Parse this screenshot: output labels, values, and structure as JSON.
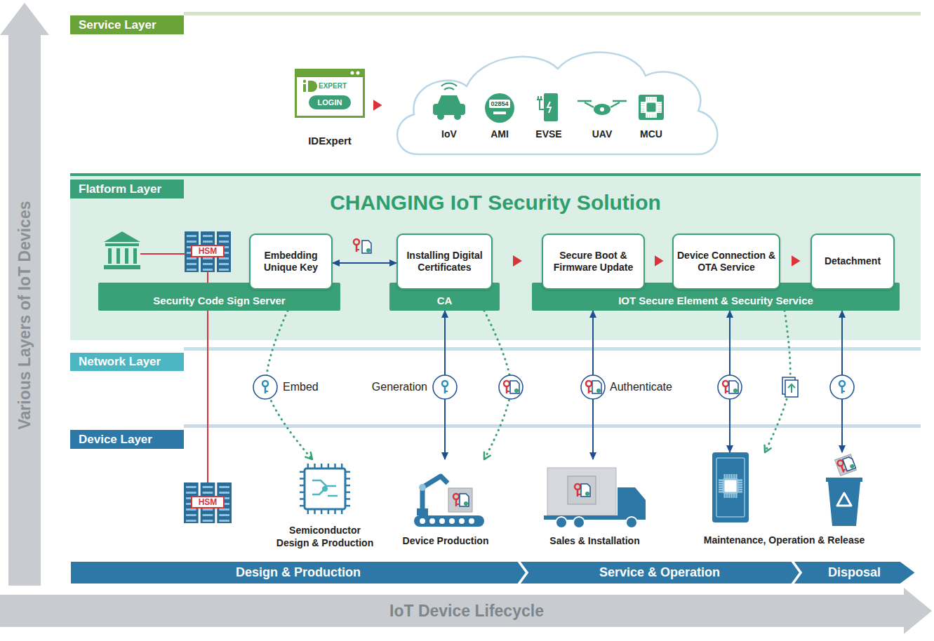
{
  "diagram": {
    "nodes": [
      {
        "text": [
          "Service Layer"
        ]
      },
      {
        "text": [
          "EXPERT",
          "IDExpert"
        ]
      },
      {
        "text": [
          "LOGIN"
        ],
        "in": 1
      },
      {
        "text": [
          "IoV",
          "AMI",
          "EVSE",
          "UAV",
          "MCU"
        ]
      },
      {
        "text": [
          "Flatform Layer",
          "CHANGING IoT Security Solution"
        ]
      },
      {
        "text": [
          "Embedding Unique Key"
        ],
        "in": 4
      },
      {
        "text": [
          "Security Code Sign Server"
        ],
        "in": 4
      },
      {
        "text": [
          "Installing Digital Certificates"
        ],
        "in": 4
      },
      {
        "text": [
          "CA"
        ],
        "in": 4
      },
      {
        "text": [
          "Secure Boot & Firmware Update"
        ],
        "in": 4
      },
      {
        "text": [
          "Device Connection & OTA Service"
        ],
        "in": 4
      },
      {
        "text": [
          "Detachment"
        ],
        "in": 4
      },
      {
        "text": [
          "IOT Secure Element & Security Service"
        ],
        "in": 4
      },
      {
        "text": [
          "HSM"
        ],
        "in": 4
      },
      {
        "text": [
          "Network Layer"
        ]
      },
      {
        "text": [
          "Device Layer"
        ]
      },
      {
        "text": [
          "HSM"
        ]
      },
      {
        "text": [
          "Semiconductor Design & Production"
        ]
      },
      {
        "text": [
          "Device Production"
        ]
      },
      {
        "text": [
          "Sales & Installation"
        ]
      },
      {
        "text": [
          "Maintenance, Operation & Release"
        ]
      },
      {
        "text": [
          "Design & Production"
        ]
      },
      {
        "text": [
          "Service & Operation"
        ]
      },
      {
        "text": [
          "Disposal"
        ]
      }
    ],
    "edges": [
      {
        "from": 1,
        "to": 3,
        "arrow": "to"
      },
      {
        "from": 5,
        "to": 7,
        "arrow": "both"
      },
      {
        "from": 7,
        "to": 9,
        "arrow": "to"
      },
      {
        "from": 9,
        "to": 10,
        "arrow": "to"
      },
      {
        "from": 10,
        "to": 11,
        "arrow": "to"
      },
      {
        "from": 13,
        "to": 16,
        "arrow": "none"
      },
      {
        "from": 6,
        "to": 17,
        "arrow": "to",
        "label": "Embed"
      },
      {
        "from": 8,
        "to": 18,
        "arrow": "both",
        "label": "Generation"
      },
      {
        "from": 8,
        "to": 18,
        "arrow": "to"
      },
      {
        "from": 12,
        "to": 19,
        "arrow": "both",
        "label": "Authenticate"
      },
      {
        "from": 12,
        "to": 20,
        "arrow": "both"
      },
      {
        "from": 12,
        "to": 20,
        "arrow": "to"
      },
      {
        "from": 12,
        "to": 20,
        "arrow": "both"
      }
    ],
    "labels": [
      "Various Layers of IoT Devices",
      "IoT Device Lifecycle",
      "02854"
    ]
  }
}
